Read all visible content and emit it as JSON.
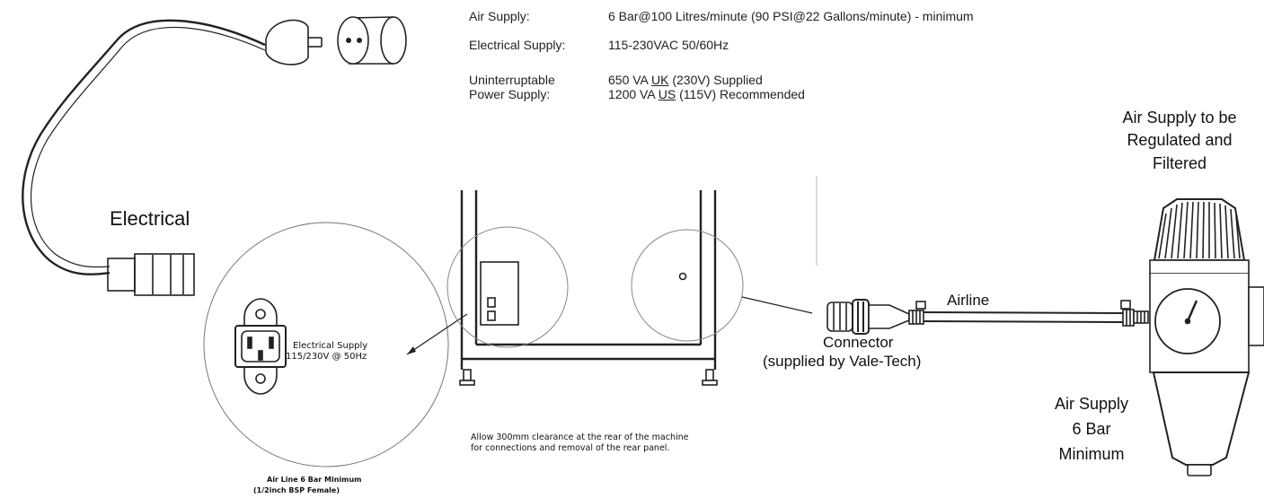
{
  "specs": {
    "air": {
      "label": "Air Supply:",
      "value": "6 Bar@100 Litres/minute (90 PSI@22 Gallons/minute) - minimum"
    },
    "electrical": {
      "label": "Electrical Supply:",
      "value": "115-230VAC 50/60Hz"
    },
    "ups": {
      "label_1": "Uninterruptable",
      "label_2": "Power Supply:",
      "line_1_a": "650 VA ",
      "line_1_u": "UK",
      "line_1_b": " (230V) Supplied",
      "line_2_a": "1200 VA ",
      "line_2_u": "US",
      "line_2_b": " (115V) Recommended"
    }
  },
  "labels": {
    "electrical": "Electrical",
    "socket_1": "Electrical  Supply",
    "socket_2": "115/230V  @  50Hz",
    "airline_1": "Air Line 6 Bar Minimum",
    "airline_2": "(1/2inch BSP Female)",
    "clearance_1": "Allow 300mm clearance at the rear of the machine",
    "clearance_2": "for connections and removal of the rear panel.",
    "airline": "Airline",
    "connector_1": "Connector",
    "connector_2": "(supplied by Vale-Tech)",
    "regulated_1": "Air Supply to be",
    "regulated_2": "Regulated and",
    "regulated_3": "Filtered",
    "supply_1": "Air Supply",
    "supply_2": "6 Bar",
    "supply_3": "Minimum"
  }
}
